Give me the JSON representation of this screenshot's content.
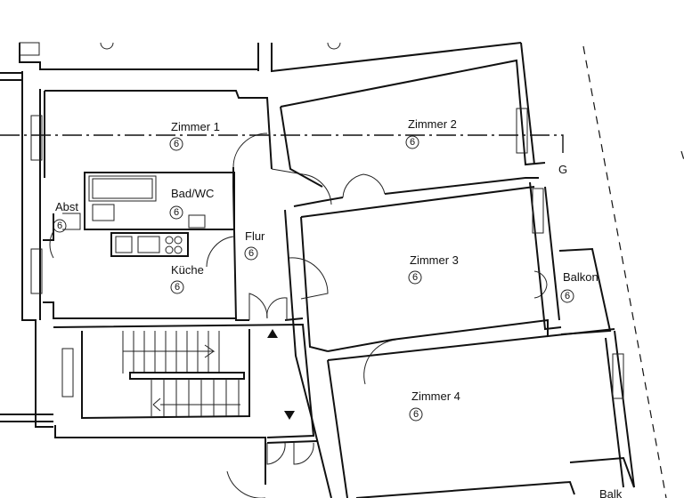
{
  "rooms": [
    {
      "name": "Zimmer 1",
      "number": "6"
    },
    {
      "name": "Zimmer 2",
      "number": "6"
    },
    {
      "name": "Bad/WC",
      "number": "6"
    },
    {
      "name": "Abst",
      "number": "6"
    },
    {
      "name": "Flur",
      "number": "6"
    },
    {
      "name": "Küche",
      "number": "6"
    },
    {
      "name": "Zimmer 3",
      "number": "6"
    },
    {
      "name": "Balkon",
      "number": "6"
    },
    {
      "name": "Zimmer 4",
      "number": "6"
    },
    {
      "name": "Balk",
      "number": ""
    }
  ],
  "axis_label": "G",
  "colors": {
    "line": "#111111",
    "background": "#ffffff"
  },
  "icons": [
    "stair-up-arrow-icon",
    "stair-down-arrow-icon",
    "room-number-circle-icon"
  ]
}
